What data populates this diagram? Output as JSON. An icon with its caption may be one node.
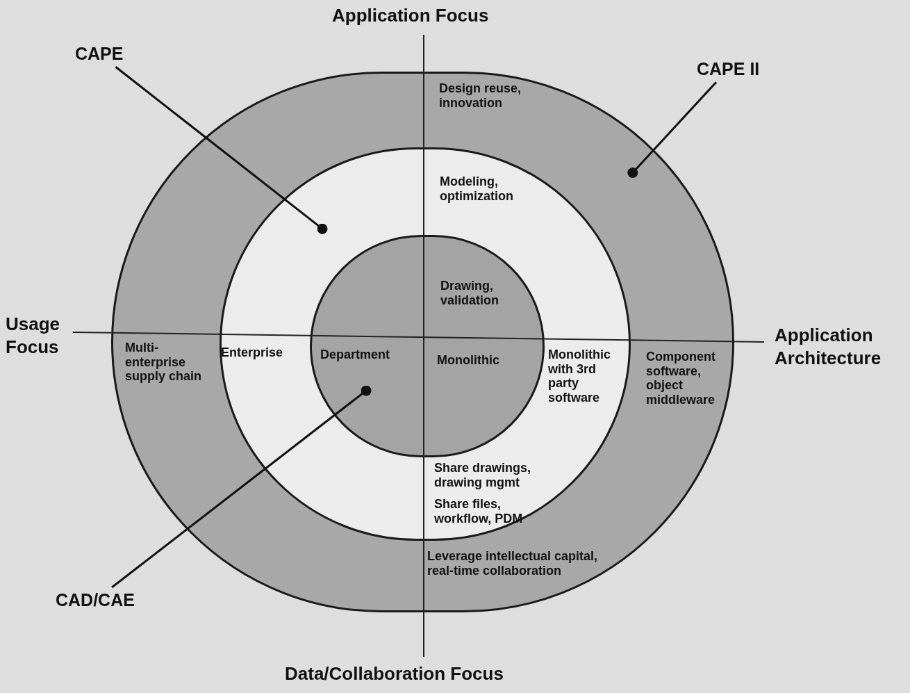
{
  "diagram": {
    "nodes": [
      {
        "text": [
          "Design reuse, innovation",
          "Multi-enterprise supply chain",
          "Component software, object middleware",
          "Leverage intellectual capital, real-time collaboration"
        ]
      },
      {
        "text": [
          "Modeling, optimization",
          "Enterprise",
          "Monolithic with 3rd party software",
          "Share drawings, drawing mgmt",
          "Share files, workflow, PDM"
        ],
        "in": 0
      },
      {
        "text": [
          "Drawing, validation",
          "Department",
          "Monolithic"
        ],
        "in": 1
      },
      {
        "text": [
          "CAPE"
        ]
      },
      {
        "text": [
          "CAPE II"
        ]
      },
      {
        "text": [
          "CAD/CAE"
        ]
      }
    ],
    "edges": [
      {
        "from": 3,
        "to": 1,
        "arrow": "other"
      },
      {
        "from": 4,
        "to": 0,
        "arrow": "other"
      },
      {
        "from": 5,
        "to": 2,
        "arrow": "other"
      }
    ],
    "labels": [
      "Application Focus",
      "Usage Focus",
      "Application Architecture",
      "Data/Collaboration Focus"
    ]
  }
}
